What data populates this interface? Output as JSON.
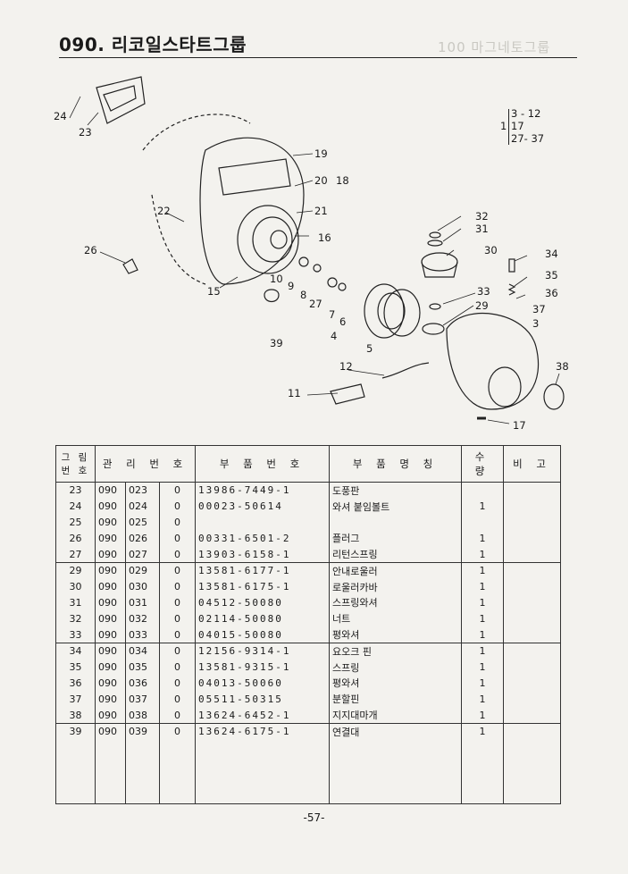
{
  "header": {
    "title": "090. 리코일스타트그룹",
    "ghost_text": "100 마그네토그룹"
  },
  "summary": {
    "qty": "1",
    "ranges": [
      "3 - 12",
      "17",
      "27- 37"
    ]
  },
  "callouts": [
    "24",
    "23",
    "26",
    "22",
    "15",
    "19",
    "20",
    "18",
    "21",
    "16",
    "10",
    "9",
    "8",
    "27",
    "7",
    "6",
    "4",
    "5",
    "39",
    "32",
    "31",
    "30",
    "34",
    "35",
    "36",
    "37",
    "33",
    "29",
    "3",
    "38",
    "12",
    "11",
    "17"
  ],
  "table": {
    "headers": {
      "fig": "그 림\n번 호",
      "mgmt": "관 리 번 호",
      "partno": "부 품 번 호",
      "name": "부 품 명 칭",
      "qty": "수 량",
      "note": "비 고"
    },
    "rows": [
      {
        "fig": "23",
        "a": "090",
        "b": "023",
        "c": "0",
        "partno": "13986-7449-1",
        "name": "도풍판",
        "qty": ""
      },
      {
        "fig": "24",
        "a": "090",
        "b": "024",
        "c": "0",
        "partno": "00023-50614",
        "name": "와셔 붙임볼트",
        "qty": "1"
      },
      {
        "fig": "25",
        "a": "090",
        "b": "025",
        "c": "0",
        "partno": "",
        "name": "",
        "qty": ""
      },
      {
        "fig": "26",
        "a": "090",
        "b": "026",
        "c": "0",
        "partno": "00331-6501-2",
        "name": "플러그",
        "qty": "1"
      },
      {
        "fig": "27",
        "a": "090",
        "b": "027",
        "c": "0",
        "partno": "13903-6158-1",
        "name": "리턴스프링",
        "qty": "1"
      },
      {
        "fig": "29",
        "a": "090",
        "b": "029",
        "c": "0",
        "partno": "13581-6177-1",
        "name": "안내로울러",
        "qty": "1",
        "sep": true
      },
      {
        "fig": "30",
        "a": "090",
        "b": "030",
        "c": "0",
        "partno": "13581-6175-1",
        "name": "로울러카바",
        "qty": "1"
      },
      {
        "fig": "31",
        "a": "090",
        "b": "031",
        "c": "0",
        "partno": "04512-50080",
        "name": "스프링와셔",
        "qty": "1"
      },
      {
        "fig": "32",
        "a": "090",
        "b": "032",
        "c": "0",
        "partno": "02114-50080",
        "name": "너트",
        "qty": "1"
      },
      {
        "fig": "33",
        "a": "090",
        "b": "033",
        "c": "0",
        "partno": "04015-50080",
        "name": "평와셔",
        "qty": "1"
      },
      {
        "fig": "34",
        "a": "090",
        "b": "034",
        "c": "0",
        "partno": "12156-9314-1",
        "name": "요오크 핀",
        "qty": "1",
        "sep": true
      },
      {
        "fig": "35",
        "a": "090",
        "b": "035",
        "c": "0",
        "partno": "13581-9315-1",
        "name": "스프링",
        "qty": "1"
      },
      {
        "fig": "36",
        "a": "090",
        "b": "036",
        "c": "0",
        "partno": "04013-50060",
        "name": "평와셔",
        "qty": "1"
      },
      {
        "fig": "37",
        "a": "090",
        "b": "037",
        "c": "0",
        "partno": "05511-50315",
        "name": "분할핀",
        "qty": "1"
      },
      {
        "fig": "38",
        "a": "090",
        "b": "038",
        "c": "0",
        "partno": "13624-6452-1",
        "name": "지지대마개",
        "qty": "1"
      },
      {
        "fig": "39",
        "a": "090",
        "b": "039",
        "c": "0",
        "partno": "13624-6175-1",
        "name": "연결대",
        "qty": "1",
        "sep": true
      }
    ]
  },
  "footer": {
    "page": "-57-"
  }
}
